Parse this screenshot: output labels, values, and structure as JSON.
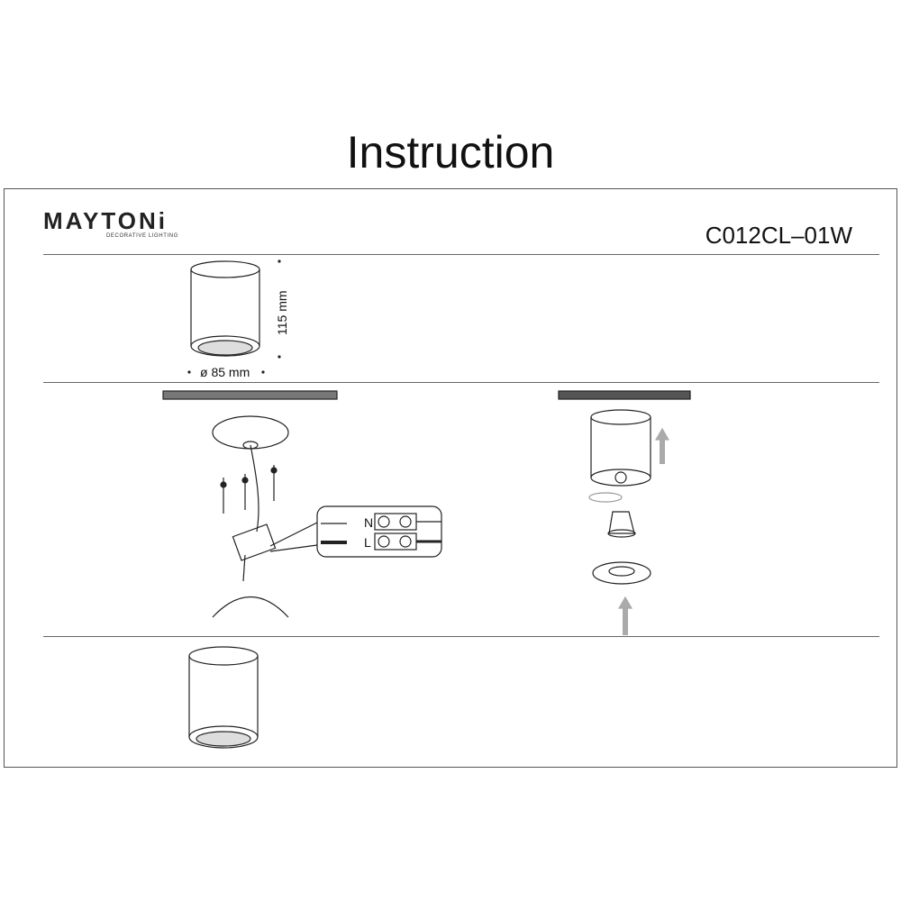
{
  "title": "Instruction",
  "brand": {
    "name": "MAYTONi",
    "tagline": "DECORATIVE LIGHTING"
  },
  "model": "C012CL–01W",
  "dimensions": {
    "height": "115 mm",
    "diameter": "ø 85 mm"
  },
  "wiring": {
    "neutral": "N",
    "live": "L"
  }
}
